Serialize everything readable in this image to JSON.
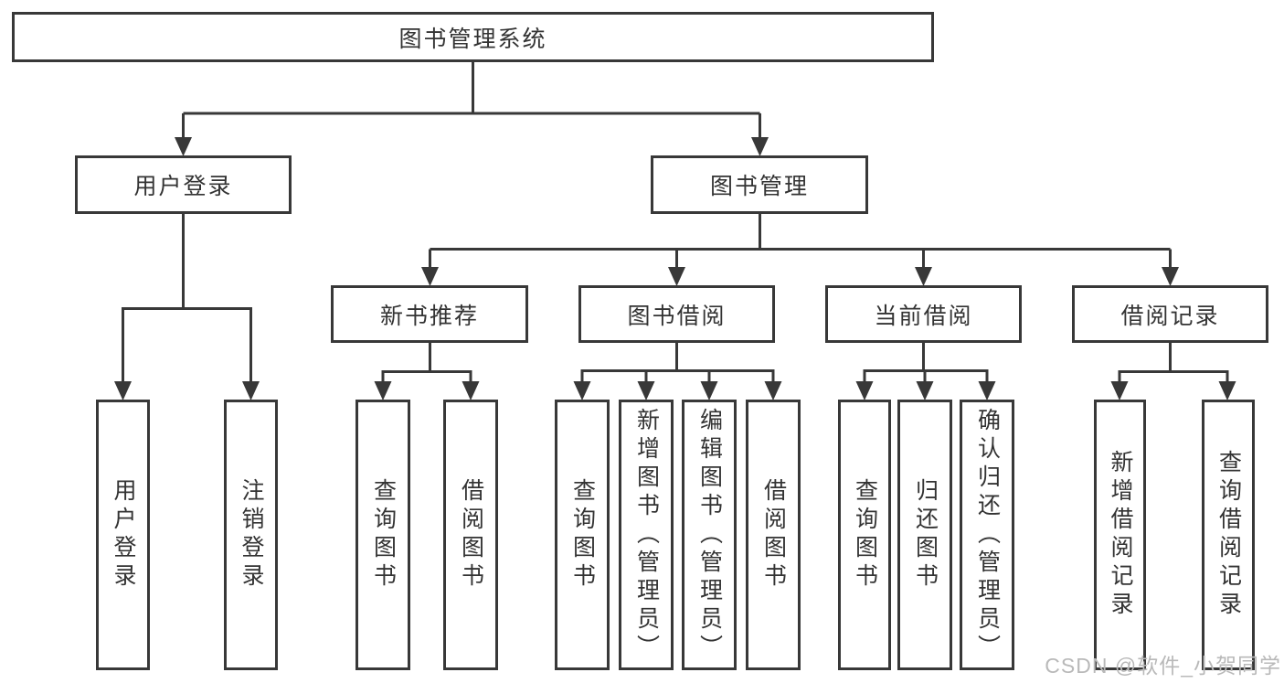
{
  "diagram": {
    "root": {
      "label": "图书管理系统"
    },
    "level2": [
      {
        "label": "用户登录"
      },
      {
        "label": "图书管理"
      }
    ],
    "level3": [
      {
        "label": "新书推荐"
      },
      {
        "label": "图书借阅"
      },
      {
        "label": "当前借阅"
      },
      {
        "label": "借阅记录"
      }
    ],
    "leaves": [
      {
        "label": "用户登录"
      },
      {
        "label": "注销登录"
      },
      {
        "label": "查询图书"
      },
      {
        "label": "借阅图书"
      },
      {
        "label": "查询图书"
      },
      {
        "label": "新增图书（管理员）"
      },
      {
        "label": "编辑图书（管理员）"
      },
      {
        "label": "借阅图书"
      },
      {
        "label": "查询图书"
      },
      {
        "label": "归还图书"
      },
      {
        "label": "确认归还（管理员）"
      },
      {
        "label": "新增借阅记录"
      },
      {
        "label": "查询借阅记录"
      }
    ],
    "watermark": "CSDN @软件_小贺同学",
    "colors": {
      "line": "#383838",
      "box_border": "#383838",
      "text": "#333333",
      "background": "#ffffff",
      "watermark": "#b9b9b9"
    }
  }
}
